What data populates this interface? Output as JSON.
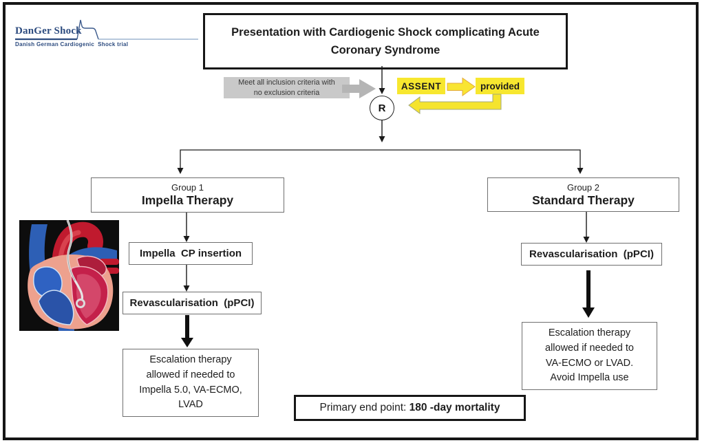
{
  "logo": {
    "title": "DanGer Shock",
    "subtitle": "Danish German Cardiogenic  Shock trial",
    "waveform_icon": "arterial-pressure-trace-icon",
    "color": "#2b4a7e"
  },
  "header_box": {
    "line1": "Presentation with Cardiogenic Shock complicating Acute",
    "line2": "Coronary Syndrome"
  },
  "randomization": {
    "criteria_note_line1": "Meet all inclusion criteria with",
    "criteria_note_line2": "no exclusion criteria",
    "symbol": "R",
    "assent_label": "ASSENT",
    "assent_status": "provided"
  },
  "group1": {
    "name": "Group 1",
    "therapy": "Impella Therapy",
    "step_insertion": "Impella  CP insertion",
    "step_revascularisation": "Revascularisation  (pPCI)",
    "escalation_lines": [
      "Escalation therapy",
      "allowed if needed to",
      "Impella 5.0, VA-ECMO,",
      "LVAD"
    ]
  },
  "group2": {
    "name": "Group 2",
    "therapy": "Standard Therapy",
    "step_revascularisation": "Revascularisation  (pPCI)",
    "escalation_lines": [
      "Escalation therapy",
      "allowed if needed to",
      "VA-ECMO or LVAD.",
      "Avoid Impella use"
    ]
  },
  "primary_endpoint": {
    "prefix": "Primary end point: ",
    "value": "180 -day mortality"
  },
  "colors": {
    "highlight_yellow": "#f7e72f",
    "note_gray_bg": "#c9c9c9",
    "block_arrow_gray": "#b5b5b5",
    "logo_navy": "#2b4a7e",
    "frame_black": "#161616"
  }
}
